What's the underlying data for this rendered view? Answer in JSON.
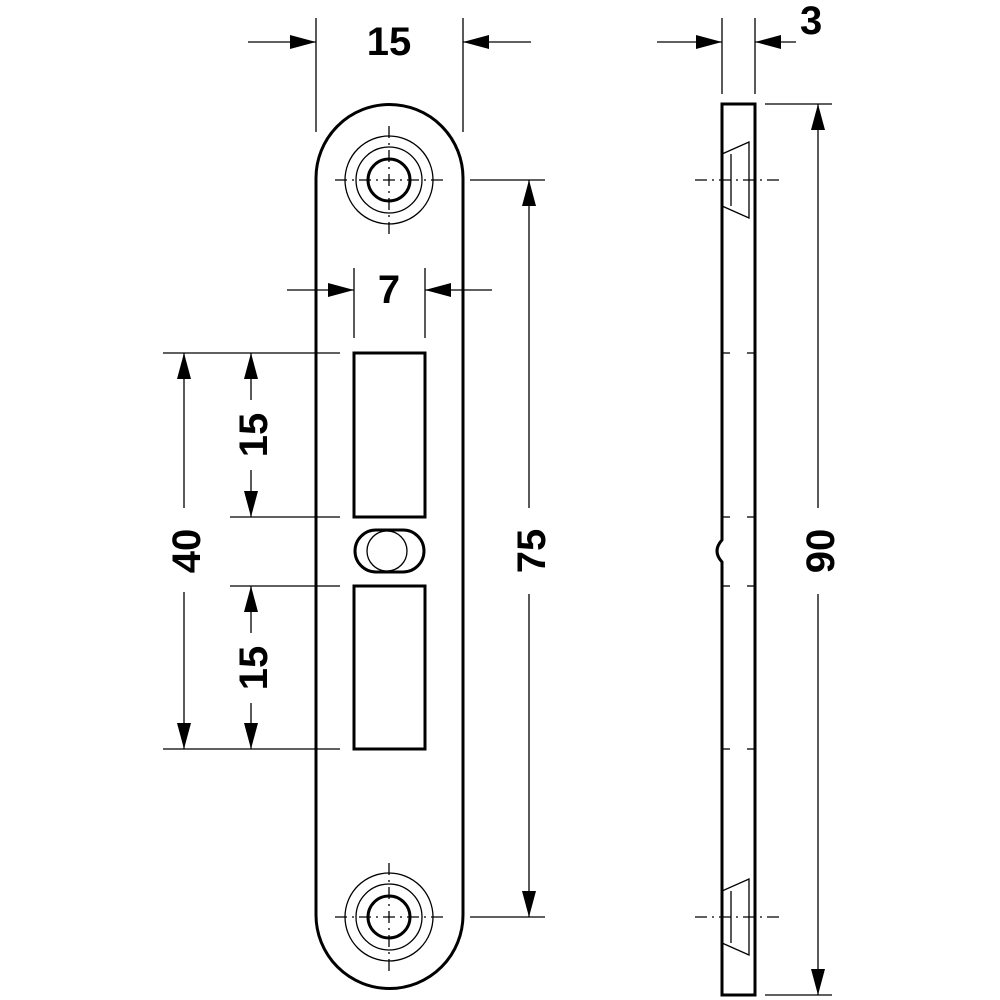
{
  "drawing": {
    "colors": {
      "line": "#000000",
      "background": "#ffffff"
    },
    "dimensions": {
      "plate_width": "15",
      "thickness": "3",
      "slot_width": "7",
      "total_slot_height": "40",
      "upper_slot_height": "15",
      "lower_slot_height": "15",
      "hole_spacing": "75",
      "total_length": "90"
    }
  }
}
